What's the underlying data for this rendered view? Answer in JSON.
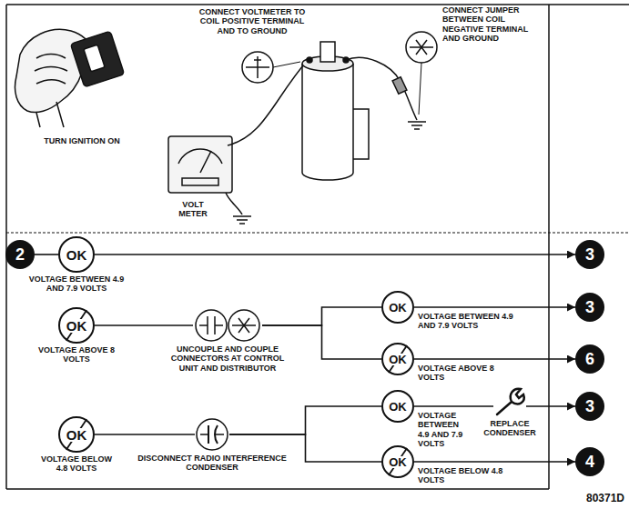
{
  "diagram": {
    "nodes": [
      {
        "text": [
          "2"
        ]
      },
      {
        "text": [
          "OK",
          "VOLTAGE BETWEEN 4.9 AND 7.9 VOLTS"
        ]
      },
      {
        "text": [
          "3"
        ]
      },
      {
        "text": [
          "OK",
          "VOLTAGE ABOVE 8 VOLTS"
        ]
      },
      {
        "text": [
          "UNCOUPLE AND COUPLE CONNECTORS AT CONTROL UNIT AND DISTRIBUTOR"
        ]
      },
      {
        "text": [
          "OK",
          "VOLTAGE BETWEEN 4.9 AND 7.9 VOLTS"
        ]
      },
      {
        "text": [
          "3"
        ]
      },
      {
        "text": [
          "OK",
          "VOLTAGE ABOVE 8 VOLTS"
        ]
      },
      {
        "text": [
          "6"
        ]
      },
      {
        "text": [
          "OK",
          "VOLTAGE BELOW 4.8 VOLTS"
        ]
      },
      {
        "text": [
          "DISCONNECT RADIO INTERFERENCE CONDENSER"
        ]
      },
      {
        "text": [
          "OK",
          "VOLTAGE BETWEEN 4.9 AND 7.9 VOLTS"
        ]
      },
      {
        "text": [
          "REPLACE CONDENSER"
        ]
      },
      {
        "text": [
          "3"
        ]
      },
      {
        "text": [
          "OK",
          "VOLTAGE BELOW 4.8 VOLTS"
        ]
      },
      {
        "text": [
          "4"
        ]
      }
    ],
    "edges": [
      {
        "from": 0,
        "to": 1,
        "arrow": "none"
      },
      {
        "from": 1,
        "to": 2,
        "arrow": "to"
      },
      {
        "from": 3,
        "to": 4,
        "arrow": "none"
      },
      {
        "from": 4,
        "to": 5,
        "arrow": "none"
      },
      {
        "from": 5,
        "to": 6,
        "arrow": "to"
      },
      {
        "from": 4,
        "to": 7,
        "arrow": "none"
      },
      {
        "from": 7,
        "to": 8,
        "arrow": "to"
      },
      {
        "from": 9,
        "to": 10,
        "arrow": "none"
      },
      {
        "from": 10,
        "to": 11,
        "arrow": "none"
      },
      {
        "from": 11,
        "to": 12,
        "arrow": "none"
      },
      {
        "from": 12,
        "to": 13,
        "arrow": "to"
      },
      {
        "from": 10,
        "to": 14,
        "arrow": "none"
      },
      {
        "from": 14,
        "to": 15,
        "arrow": "to"
      }
    ],
    "labels": [
      "CONNECT VOLTMETER TO COIL POSITIVE TERMINAL AND TO GROUND",
      "CONNECT JUMPER BETWEEN COIL NEGATIVE TERMINAL AND GROUND",
      "TURN IGNITION ON",
      "VOLT METER",
      "80371D"
    ]
  }
}
